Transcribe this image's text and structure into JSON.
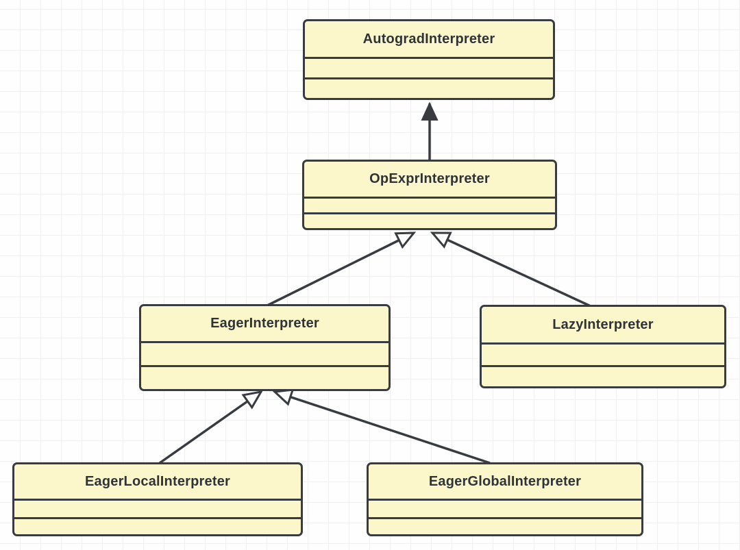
{
  "diagram": {
    "type": "uml-class-inheritance",
    "nodes": [
      {
        "id": "autograd",
        "label": "AutogradInterpreter"
      },
      {
        "id": "opexpr",
        "label": "OpExprInterpreter"
      },
      {
        "id": "eager",
        "label": "EagerInterpreter"
      },
      {
        "id": "lazy",
        "label": "LazyInterpreter"
      },
      {
        "id": "eagerlocal",
        "label": "EagerLocalInterpreter"
      },
      {
        "id": "eagerglobal",
        "label": "EagerGlobalInterpreter"
      }
    ],
    "edges": [
      {
        "from": "OpExprInterpreter",
        "to": "AutogradInterpreter",
        "arrowhead": "filled-triangle"
      },
      {
        "from": "EagerInterpreter",
        "to": "OpExprInterpreter",
        "arrowhead": "hollow-triangle"
      },
      {
        "from": "LazyInterpreter",
        "to": "OpExprInterpreter",
        "arrowhead": "hollow-triangle"
      },
      {
        "from": "EagerLocalInterpreter",
        "to": "EagerInterpreter",
        "arrowhead": "hollow-triangle"
      },
      {
        "from": "EagerGlobalInterpreter",
        "to": "EagerInterpreter",
        "arrowhead": "hollow-triangle"
      }
    ],
    "colors": {
      "node_fill": "#FBF7CA",
      "node_border": "#383C41",
      "node_text": "#2F3338",
      "canvas_background": "#FEFEFE",
      "grid_line": "#F0F0F3"
    }
  }
}
